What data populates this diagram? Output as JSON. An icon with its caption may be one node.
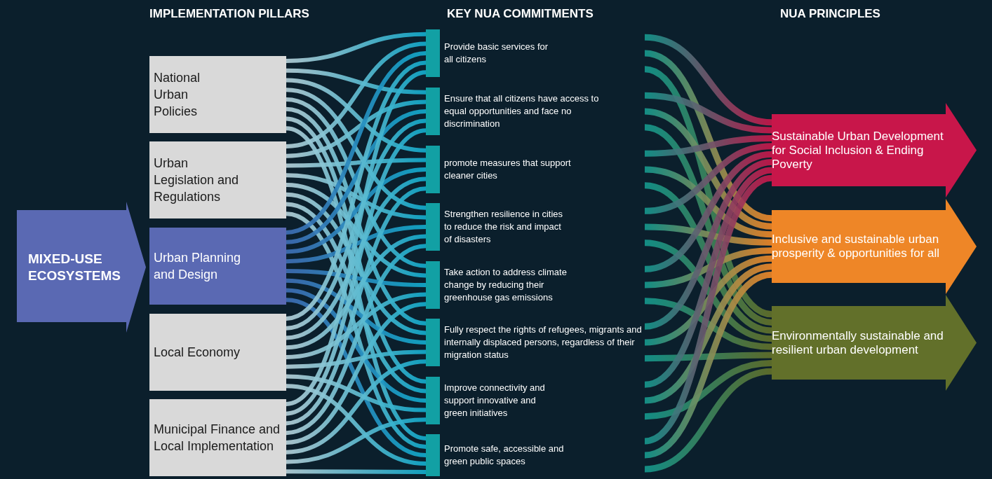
{
  "diagram": {
    "nodes": [
      {
        "text": [
          "MIXED-USE ECOSYSTEMS"
        ]
      },
      {
        "text": [
          "National Urban Policies"
        ]
      },
      {
        "text": [
          "Urban Legislation and Regulations"
        ]
      },
      {
        "text": [
          "Urban Planning and Design"
        ]
      },
      {
        "text": [
          "Local Economy"
        ]
      },
      {
        "text": [
          "Municipal Finance and Local Implementation"
        ]
      },
      {
        "text": [
          "Provide basic services for all citizens"
        ]
      },
      {
        "text": [
          "Ensure that all citizens have access to equal opportunities and face no discrimination"
        ]
      },
      {
        "text": [
          "promote measures that support cleaner cities"
        ]
      },
      {
        "text": [
          "Strengthen resilience in cities to reduce the risk and impact of disasters"
        ]
      },
      {
        "text": [
          "Take action to address climate change by reducing their greenhouse gas emissions"
        ]
      },
      {
        "text": [
          "Fully respect the rights of refugees, migrants and internally displaced persons, regardless of their migration status"
        ]
      },
      {
        "text": [
          "Improve connectivity and support innovative and green initiatives"
        ]
      },
      {
        "text": [
          "Promote safe, accessible and green public spaces"
        ]
      },
      {
        "text": [
          "Sustainable Urban Development for Social Inclusion & Ending Poverty"
        ]
      },
      {
        "text": [
          "Inclusive and sustainable urban prosperity & opportunities for all"
        ]
      },
      {
        "text": [
          "Environmentally sustainable and resilient urban development"
        ]
      }
    ],
    "edges": [
      {
        "from": 1,
        "to": 6,
        "arrow": "none"
      },
      {
        "from": 1,
        "to": 7,
        "arrow": "none"
      },
      {
        "from": 1,
        "to": 8,
        "arrow": "none"
      },
      {
        "from": 1,
        "to": 9,
        "arrow": "none"
      },
      {
        "from": 1,
        "to": 10,
        "arrow": "none"
      },
      {
        "from": 1,
        "to": 11,
        "arrow": "none"
      },
      {
        "from": 1,
        "to": 12,
        "arrow": "none"
      },
      {
        "from": 1,
        "to": 13,
        "arrow": "none"
      },
      {
        "from": 2,
        "to": 6,
        "arrow": "none"
      },
      {
        "from": 2,
        "to": 7,
        "arrow": "none"
      },
      {
        "from": 2,
        "to": 8,
        "arrow": "none"
      },
      {
        "from": 2,
        "to": 9,
        "arrow": "none"
      },
      {
        "from": 2,
        "to": 10,
        "arrow": "none"
      },
      {
        "from": 2,
        "to": 11,
        "arrow": "none"
      },
      {
        "from": 2,
        "to": 12,
        "arrow": "none"
      },
      {
        "from": 2,
        "to": 13,
        "arrow": "none"
      },
      {
        "from": 3,
        "to": 6,
        "arrow": "none"
      },
      {
        "from": 3,
        "to": 7,
        "arrow": "none"
      },
      {
        "from": 3,
        "to": 8,
        "arrow": "none"
      },
      {
        "from": 3,
        "to": 9,
        "arrow": "none"
      },
      {
        "from": 3,
        "to": 10,
        "arrow": "none"
      },
      {
        "from": 3,
        "to": 11,
        "arrow": "none"
      },
      {
        "from": 3,
        "to": 12,
        "arrow": "none"
      },
      {
        "from": 3,
        "to": 13,
        "arrow": "none"
      },
      {
        "from": 4,
        "to": 6,
        "arrow": "none"
      },
      {
        "from": 4,
        "to": 7,
        "arrow": "none"
      },
      {
        "from": 4,
        "to": 8,
        "arrow": "none"
      },
      {
        "from": 4,
        "to": 9,
        "arrow": "none"
      },
      {
        "from": 4,
        "to": 10,
        "arrow": "none"
      },
      {
        "from": 4,
        "to": 11,
        "arrow": "none"
      },
      {
        "from": 4,
        "to": 12,
        "arrow": "none"
      },
      {
        "from": 4,
        "to": 13,
        "arrow": "none"
      },
      {
        "from": 5,
        "to": 6,
        "arrow": "none"
      },
      {
        "from": 5,
        "to": 7,
        "arrow": "none"
      },
      {
        "from": 5,
        "to": 8,
        "arrow": "none"
      },
      {
        "from": 5,
        "to": 9,
        "arrow": "none"
      },
      {
        "from": 5,
        "to": 10,
        "arrow": "none"
      },
      {
        "from": 5,
        "to": 11,
        "arrow": "none"
      },
      {
        "from": 5,
        "to": 12,
        "arrow": "none"
      },
      {
        "from": 5,
        "to": 13,
        "arrow": "none"
      },
      {
        "from": 6,
        "to": 14,
        "arrow": "none"
      },
      {
        "from": 6,
        "to": 15,
        "arrow": "none"
      },
      {
        "from": 6,
        "to": 16,
        "arrow": "none"
      },
      {
        "from": 7,
        "to": 14,
        "arrow": "none"
      },
      {
        "from": 7,
        "to": 15,
        "arrow": "none"
      },
      {
        "from": 7,
        "to": 16,
        "arrow": "none"
      },
      {
        "from": 8,
        "to": 14,
        "arrow": "none"
      },
      {
        "from": 8,
        "to": 15,
        "arrow": "none"
      },
      {
        "from": 8,
        "to": 16,
        "arrow": "none"
      },
      {
        "from": 9,
        "to": 14,
        "arrow": "none"
      },
      {
        "from": 9,
        "to": 15,
        "arrow": "none"
      },
      {
        "from": 9,
        "to": 16,
        "arrow": "none"
      },
      {
        "from": 10,
        "to": 14,
        "arrow": "none"
      },
      {
        "from": 10,
        "to": 15,
        "arrow": "none"
      },
      {
        "from": 10,
        "to": 16,
        "arrow": "none"
      },
      {
        "from": 11,
        "to": 14,
        "arrow": "none"
      },
      {
        "from": 11,
        "to": 15,
        "arrow": "none"
      },
      {
        "from": 11,
        "to": 16,
        "arrow": "none"
      },
      {
        "from": 12,
        "to": 14,
        "arrow": "none"
      },
      {
        "from": 12,
        "to": 15,
        "arrow": "none"
      },
      {
        "from": 12,
        "to": 16,
        "arrow": "none"
      },
      {
        "from": 13,
        "to": 14,
        "arrow": "none"
      },
      {
        "from": 13,
        "to": 15,
        "arrow": "none"
      },
      {
        "from": 13,
        "to": 16,
        "arrow": "none"
      }
    ],
    "labels": [
      "IMPLEMENTATION PILLARS",
      "KEY NUA COMMITMENTS",
      "NUA PRINCIPLES"
    ]
  }
}
